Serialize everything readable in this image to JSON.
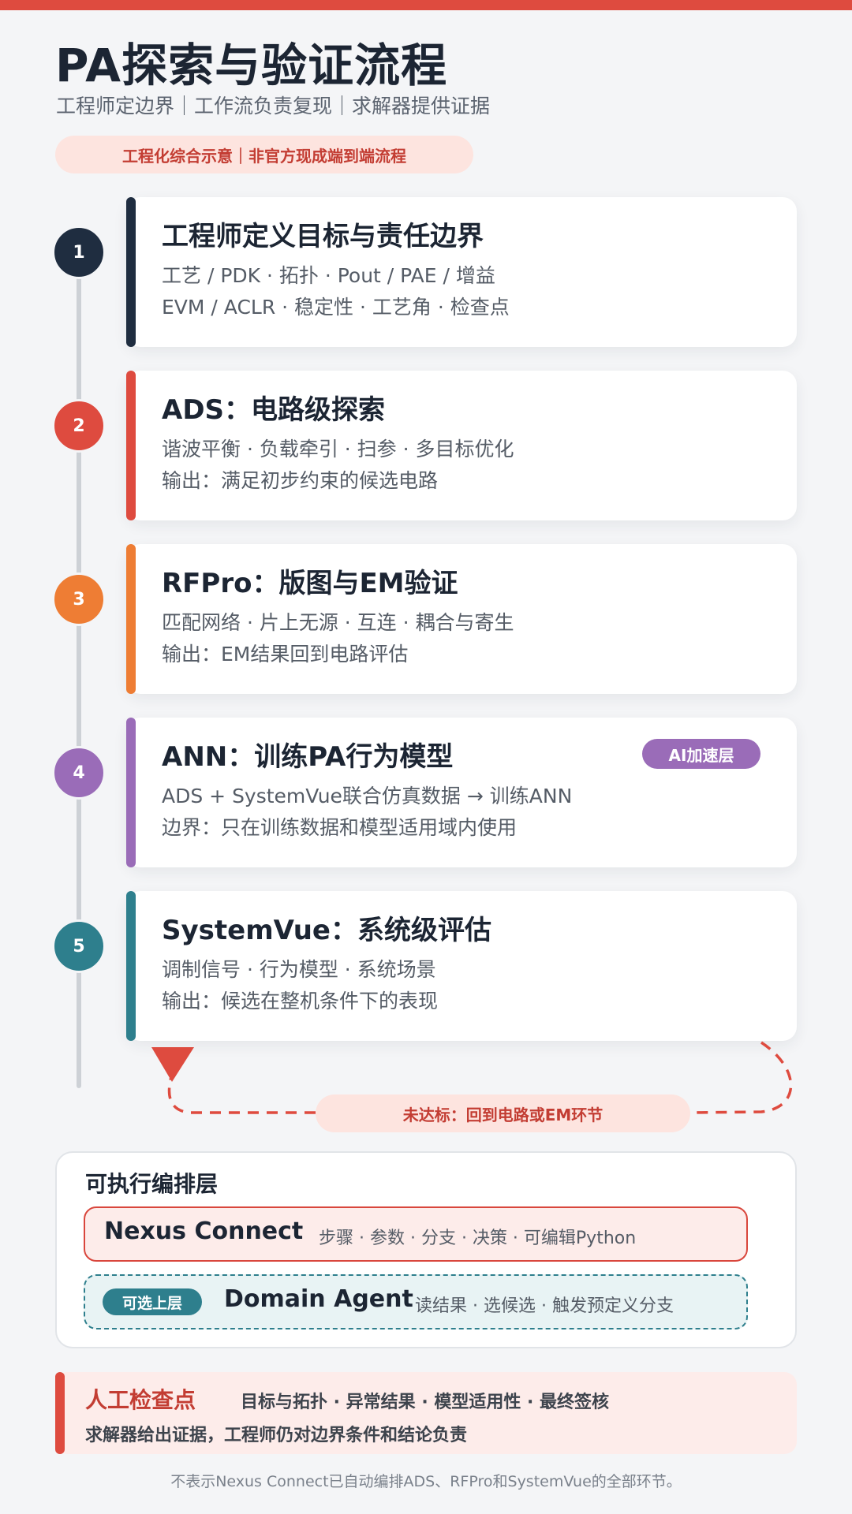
{
  "header": {
    "title": "PA探索与验证流程",
    "subtitle": "工程师定边界｜工作流负责复现｜求解器提供证据",
    "tag": "工程化综合示意｜非官方现成端到端流程"
  },
  "colors": {
    "accent_red": "#de4b3f",
    "navy": "#1f2d40",
    "orange": "#ee7d34",
    "purple": "#9a6cb8",
    "teal": "#2e7f8d"
  },
  "steps": [
    {
      "number": "1",
      "title": "工程师定义目标与责任边界",
      "line1": "工艺 / PDK · 拓扑 · Pout / PAE / 增益",
      "line2": "EVM / ACLR · 稳定性 · 工艺角 · 检查点",
      "color": "#1f2d40"
    },
    {
      "number": "2",
      "title": "ADS：电路级探索",
      "line1": "谐波平衡 · 负载牵引 · 扫参 · 多目标优化",
      "line2": "输出：满足初步约束的候选电路",
      "color": "#de4b3f"
    },
    {
      "number": "3",
      "title": "RFPro：版图与EM验证",
      "line1": "匹配网络 · 片上无源 · 互连 · 耦合与寄生",
      "line2": "输出：EM结果回到电路评估",
      "color": "#ee7d34"
    },
    {
      "number": "4",
      "title": "ANN：训练PA行为模型",
      "line1": "ADS + SystemVue联合仿真数据 → 训练ANN",
      "line2": "边界：只在训练数据和模型适用域内使用",
      "badge": "AI加速层",
      "color": "#9a6cb8"
    },
    {
      "number": "5",
      "title": "SystemVue：系统级评估",
      "line1": "调制信号 · 行为模型 · 系统场景",
      "line2": "输出：候选在整机条件下的表现",
      "color": "#2e7f8d"
    }
  ],
  "loop": {
    "label": "未达标：回到电路或EM环节"
  },
  "orchestration": {
    "title": "可执行编排层",
    "nexus": {
      "name": "Nexus Connect",
      "desc": "步骤 · 参数 · 分支 · 决策 · 可编辑Python"
    },
    "agent": {
      "badge": "可选上层",
      "name": "Domain Agent",
      "desc": "读结果 · 选候选 · 触发预定义分支"
    }
  },
  "human_check": {
    "title": "人工检查点",
    "items": "目标与拓扑 · 异常结果 · 模型适用性 · 最终签核",
    "note": "求解器给出证据，工程师仍对边界条件和结论负责"
  },
  "footnote": "不表示Nexus Connect已自动编排ADS、RFPro和SystemVue的全部环节。"
}
